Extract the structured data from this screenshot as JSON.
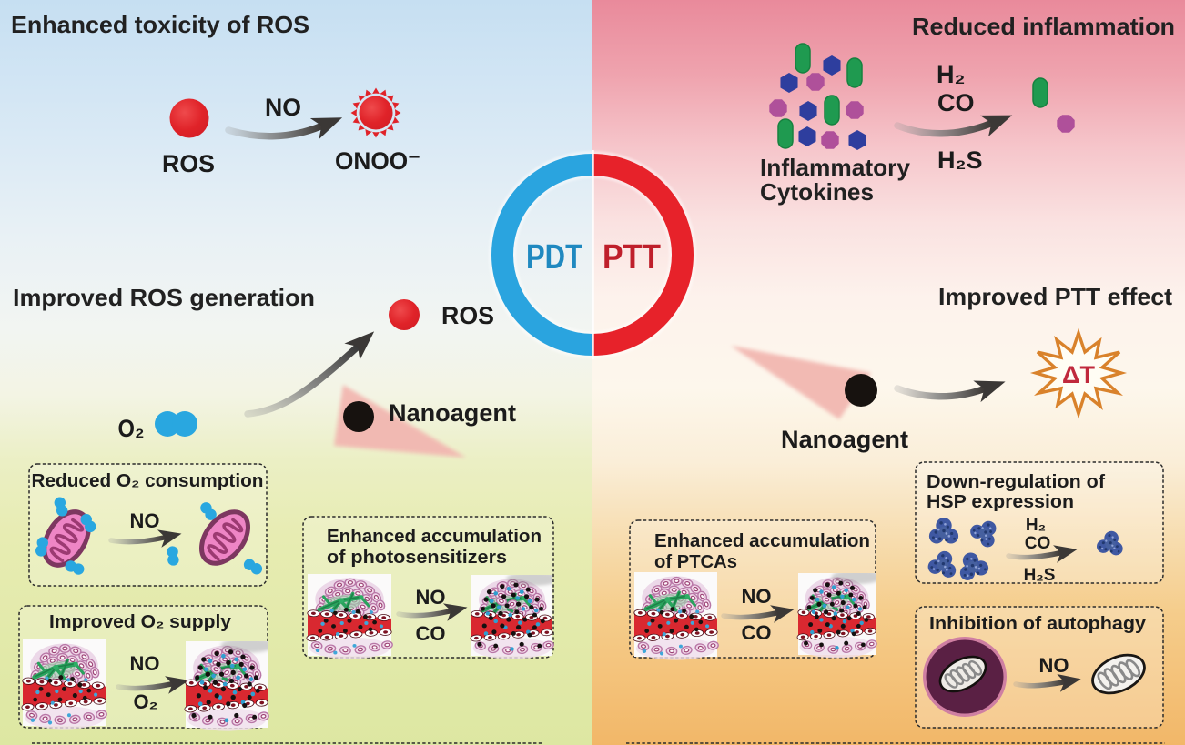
{
  "figure": {
    "left": {
      "toxicity": {
        "heading": "Enhanced toxicity of ROS",
        "ros": "ROS",
        "no": "NO",
        "onoo": "ONOO⁻"
      },
      "generation": {
        "heading": "Improved ROS generation",
        "o2": "O₂",
        "ros": "ROS",
        "nanoagent": "Nanoagent"
      },
      "box_reduced_o2": {
        "title": "Reduced O₂ consumption",
        "no": "NO"
      },
      "box_improved_o2": {
        "title": "Improved O₂ supply",
        "no": "NO",
        "o2": "O₂"
      },
      "box_photosensitizers": {
        "title1": "Enhanced accumulation",
        "title2": "of photosensitizers",
        "no": "NO",
        "co": "CO"
      }
    },
    "center": {
      "pdt": "PDT",
      "ptt": "PTT"
    },
    "right": {
      "inflammation": {
        "heading": "Reduced inflammation",
        "cyto1": "Inflammatory",
        "cyto2": "Cytokines",
        "h2": "H₂",
        "co": "CO",
        "h2s": "H₂S"
      },
      "ptt_effect": {
        "heading": "Improved PTT effect",
        "nanoagent": "Nanoagent",
        "delta_t": "ΔT"
      },
      "box_ptcas": {
        "title1": "Enhanced accumulation",
        "title2": "of PTCAs",
        "no": "NO",
        "co": "CO"
      },
      "box_hsp": {
        "title1": "Down-regulation of",
        "title2": "HSP expression",
        "h2": "H₂",
        "co": "CO",
        "h2s": "H₂S"
      },
      "box_autophagy": {
        "title": "Inhibition of autophagy",
        "no": "NO"
      }
    },
    "colors": {
      "pdt_ring_blue": "#2aa4df",
      "ptt_ring_red": "#e7222a",
      "pdt_text_blue": "#1f89c0",
      "ptt_text_red": "#bf1f2b",
      "ros_red": "#e02329",
      "o2_blue": "#29a7e0",
      "beam_pink": "#f3b4ae",
      "nanoagent_black": "#17120f",
      "star_orange": "#d9822b",
      "delta_t_red": "#c0293c",
      "mito_pink": "#ee85c5",
      "mito_outline": "#7d3760",
      "autophagosome_plum": "#5a2044",
      "hsp_navy": "#3f58a2",
      "cytokine_green": "#1f9a50",
      "cytokine_navy": "#2e3e9e",
      "cytokine_magenta": "#af509a",
      "vessel_red": "#d92830",
      "bg_left_top": "#c3ddf0",
      "bg_left_bottom": "#dde6a0",
      "bg_right_top": "#ec8f9e",
      "bg_right_bottom": "#f2b766"
    }
  }
}
